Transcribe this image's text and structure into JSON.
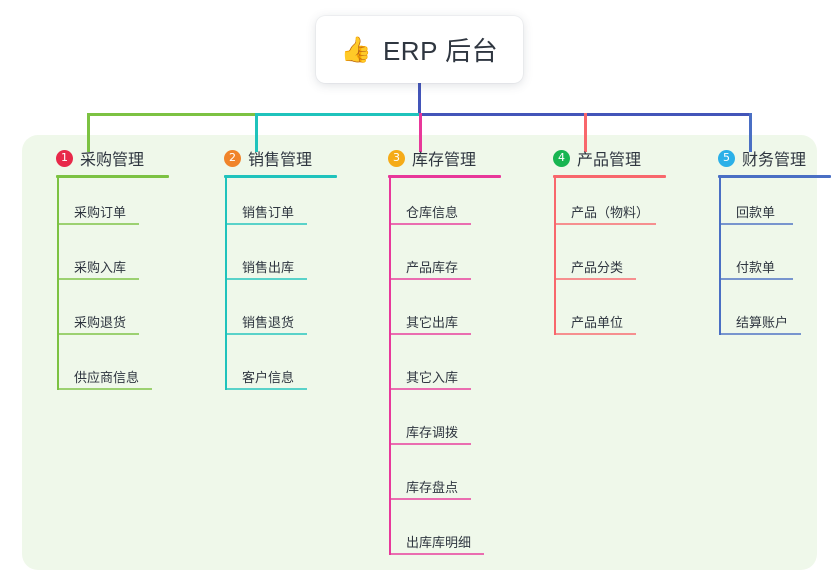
{
  "root": {
    "icon": "thumbs-up-emoji",
    "emoji": "👍",
    "title": "ERP 后台"
  },
  "theme": {
    "panel_bg": "#eff8ea",
    "page_bg": "#ffffff",
    "text": "#2f3640",
    "root_wire": "#4355b9"
  },
  "columns": [
    {
      "number": "1",
      "title": "采购管理",
      "badge_color": "#e8294a",
      "line_color": "#7cc242",
      "rule_width": 113,
      "items": [
        {
          "label": "采购订单",
          "rule_width": 82
        },
        {
          "label": "采购入库",
          "rule_width": 82
        },
        {
          "label": "采购退货",
          "rule_width": 82
        },
        {
          "label": "供应商信息",
          "rule_width": 95
        }
      ]
    },
    {
      "number": "2",
      "title": "销售管理",
      "badge_color": "#f0842a",
      "line_color": "#1fc3bc",
      "rule_width": 113,
      "items": [
        {
          "label": "销售订单",
          "rule_width": 82
        },
        {
          "label": "销售出库",
          "rule_width": 82
        },
        {
          "label": "销售退货",
          "rule_width": 82
        },
        {
          "label": "客户信息",
          "rule_width": 82
        }
      ]
    },
    {
      "number": "3",
      "title": "库存管理",
      "badge_color": "#f5ab18",
      "line_color": "#e8389a",
      "rule_width": 113,
      "items": [
        {
          "label": "仓库信息",
          "rule_width": 82
        },
        {
          "label": "产品库存",
          "rule_width": 82
        },
        {
          "label": "其它出库",
          "rule_width": 82
        },
        {
          "label": "其它入库",
          "rule_width": 82
        },
        {
          "label": "库存调拨",
          "rule_width": 82
        },
        {
          "label": "库存盘点",
          "rule_width": 82
        },
        {
          "label": "出库库明细",
          "rule_width": 95
        }
      ]
    },
    {
      "number": "4",
      "title": "产品管理",
      "badge_color": "#18b551",
      "line_color": "#f8676c",
      "rule_width": 113,
      "items": [
        {
          "label": "产品（物料）",
          "rule_width": 102
        },
        {
          "label": "产品分类",
          "rule_width": 82
        },
        {
          "label": "产品单位",
          "rule_width": 82
        }
      ]
    },
    {
      "number": "5",
      "title": "财务管理",
      "badge_color": "#2bb0e8",
      "line_color": "#4a6fc4",
      "rule_width": 113,
      "items": [
        {
          "label": "回款单",
          "rule_width": 74
        },
        {
          "label": "付款单",
          "rule_width": 74
        },
        {
          "label": "结算账户",
          "rule_width": 82
        }
      ]
    }
  ]
}
